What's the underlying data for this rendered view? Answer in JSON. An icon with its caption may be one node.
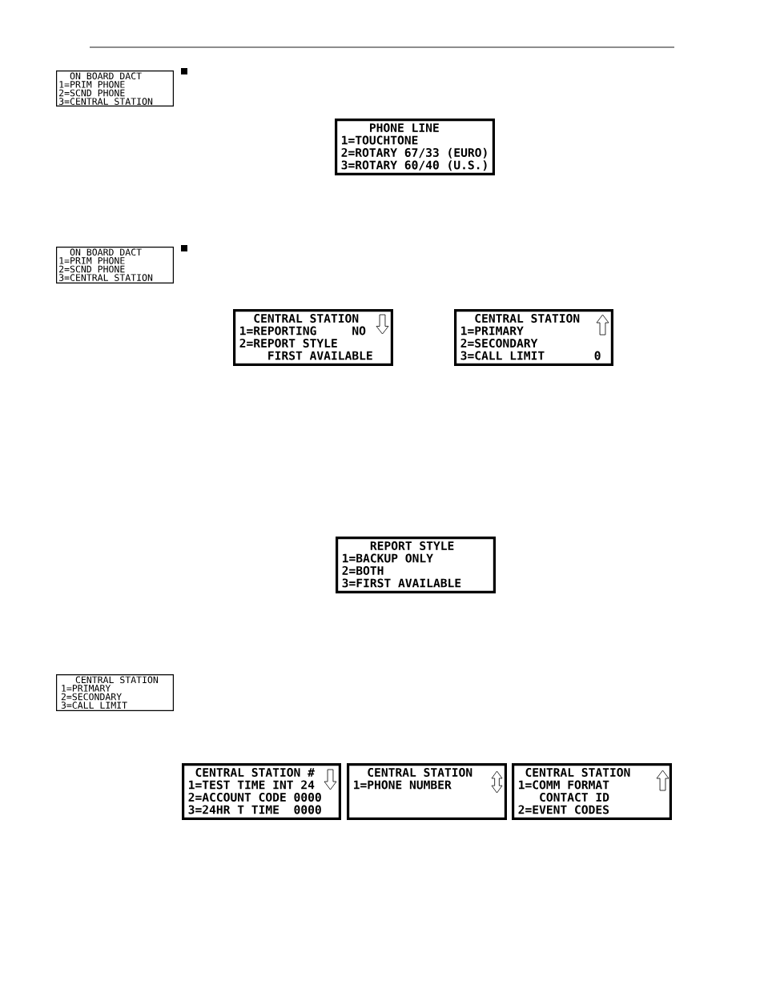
{
  "diagram": {
    "nodes": [
      {
        "text": [
          "ON BOARD DACT",
          "1=PRIM PHONE",
          "2=SCND PHONE",
          "3=CENTRAL STATION"
        ]
      },
      {
        "text": [
          "PHONE LINE",
          "1=TOUCHTONE",
          "2=ROTARY 67/33 (EURO)",
          "3=ROTARY 60/40 (U.S.)"
        ]
      },
      {
        "text": [
          "ON BOARD DACT",
          "1=PRIM PHONE",
          "2=SCND PHONE",
          "3=CENTRAL STATION"
        ]
      },
      {
        "text": [
          "CENTRAL STATION",
          "1=REPORTING",
          "NO",
          "2=REPORT STYLE",
          "FIRST AVAILABLE"
        ]
      },
      {
        "text": [
          "CENTRAL STATION",
          "1=PRIMARY",
          "2=SECONDARY",
          "3=CALL LIMIT",
          "0"
        ]
      },
      {
        "text": [
          "REPORT STYLE",
          "1=BACKUP ONLY",
          "2=BOTH",
          "3=FIRST AVAILABLE"
        ]
      },
      {
        "text": [
          "CENTRAL STATION",
          "1=PRIMARY",
          "2=SECONDARY",
          "3=CALL LIMIT"
        ]
      },
      {
        "text": [
          "CENTRAL STATION #",
          "1=TEST TIME INT",
          "24",
          "2=ACCOUNT CODE",
          "0000",
          "3=24HR T TIME",
          "0000"
        ]
      },
      {
        "text": [
          "CENTRAL STATION",
          "1=PHONE NUMBER"
        ]
      },
      {
        "text": [
          "CENTRAL STATION",
          "1=COMM FORMAT",
          "CONTACT ID",
          "2=EVENT CODES"
        ]
      }
    ]
  }
}
